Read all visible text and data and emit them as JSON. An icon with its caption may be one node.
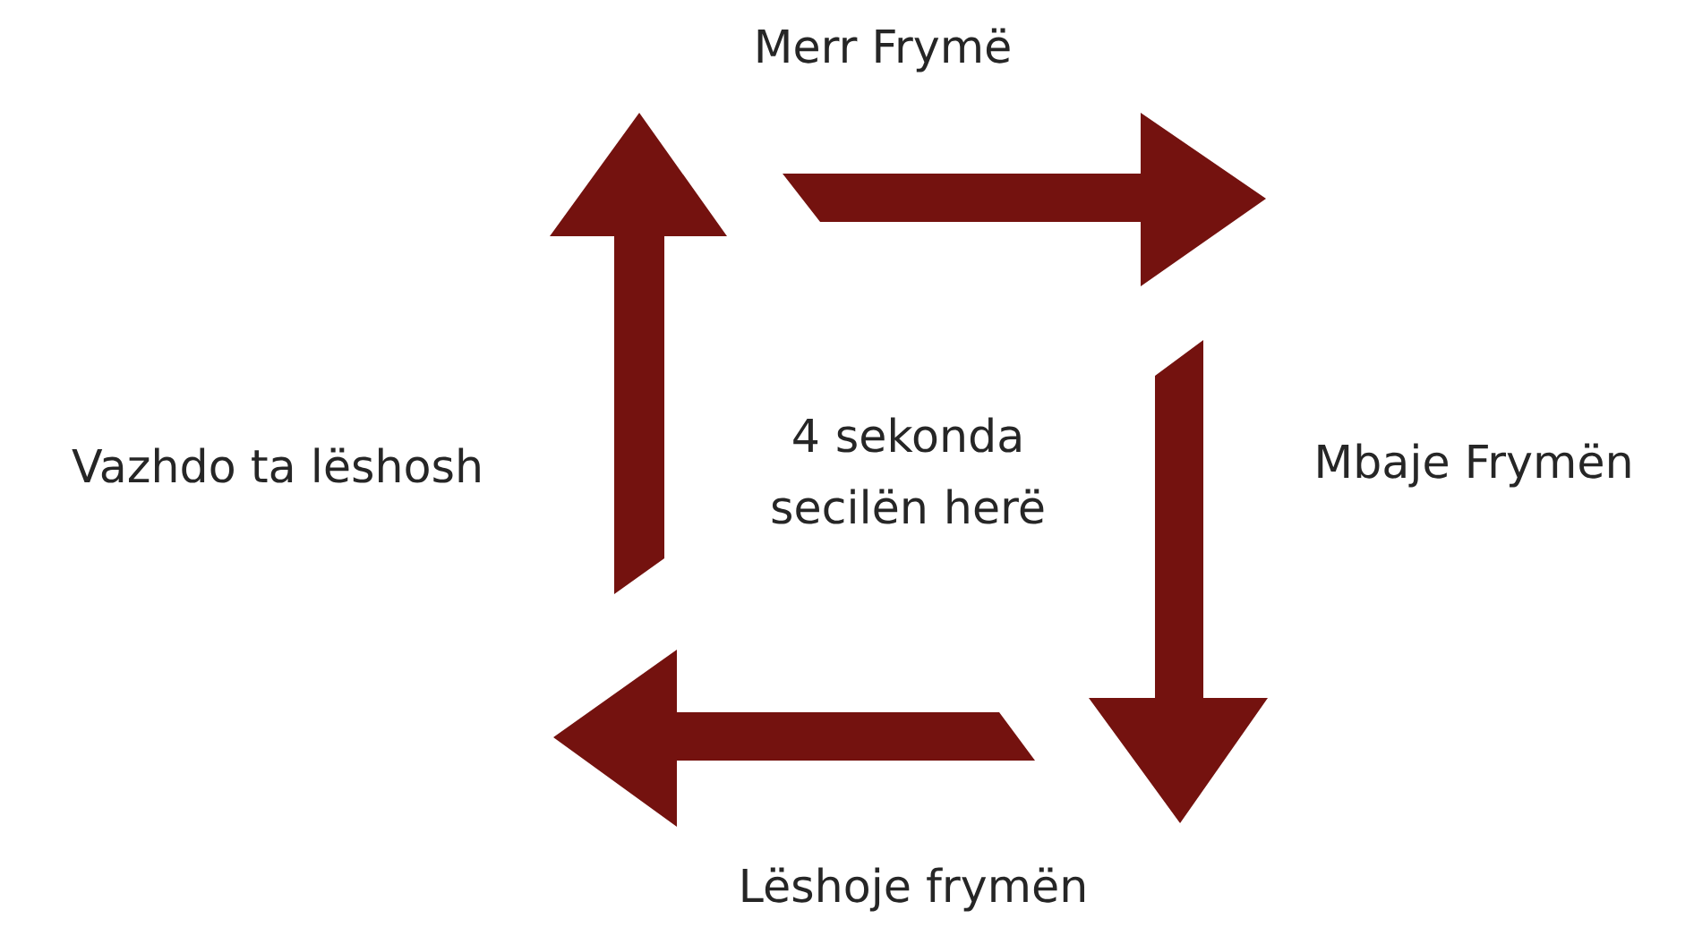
{
  "diagram": {
    "nodes": [
      {
        "text": [],
        "shape": "arrow",
        "beside": [
          "Vazhdo ta lëshosh"
        ]
      },
      {
        "text": [],
        "shape": "arrow",
        "beside": [
          "Mbaje Frymën"
        ]
      }
    ],
    "edges": [
      {
        "from": 0,
        "to": 1,
        "arrow": "to",
        "label": "Merr Frymë"
      },
      {
        "from": 1,
        "to": 0,
        "arrow": "to",
        "label": "Lëshoje frymën"
      }
    ],
    "labels": [
      "4 sekonda secilën herë"
    ]
  }
}
